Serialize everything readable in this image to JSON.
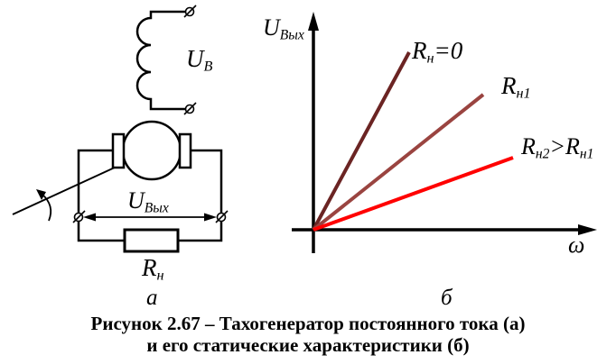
{
  "figure": {
    "panel_a": "а",
    "panel_b": "б"
  },
  "caption": {
    "line1": "Рисунок 2.67 – Тахогенератор постоянного тока (а)",
    "line2": "и его статические характеристики (б)"
  },
  "circuit": {
    "excitation_label": {
      "main": "U",
      "sub": "В"
    },
    "output_label": {
      "main": "U",
      "sub": "Вых"
    },
    "load_label": {
      "main": "R",
      "sub": "н"
    }
  },
  "graph": {
    "y_axis_label": {
      "main": "U",
      "sub": "Вых"
    },
    "x_axis_label": "ω",
    "line1_label": {
      "main": "R",
      "sub": "н",
      "tail": "=0"
    },
    "line2_label": {
      "main": "R",
      "sub": "н1"
    },
    "line3_label": {
      "p1": "R",
      "s1": "н2",
      "p2": ">R",
      "s2": "н1"
    }
  },
  "colors": {
    "ink": "#000000",
    "line_rn0": "#6b2423",
    "line_rn1": "#9a4440",
    "line_rn2": "#ff0000"
  },
  "chart_data": {
    "type": "line",
    "title": "Статические характеристики тахогенератора",
    "xlabel": "ω",
    "ylabel": "Uвых",
    "axes_numeric": false,
    "grid": false,
    "legend_position": "inline-at-line-ends",
    "series": [
      {
        "name": "Rн=0",
        "color": "#6b2423",
        "points_axis_fraction": [
          [
            0,
            0
          ],
          [
            0.34,
            0.82
          ]
        ]
      },
      {
        "name": "Rн1",
        "color": "#9a4440",
        "points_axis_fraction": [
          [
            0,
            0
          ],
          [
            0.6,
            0.63
          ]
        ]
      },
      {
        "name": "Rн2>Rн1",
        "color": "#ff0000",
        "points_axis_fraction": [
          [
            0,
            0
          ],
          [
            0.71,
            0.33
          ]
        ]
      }
    ]
  }
}
